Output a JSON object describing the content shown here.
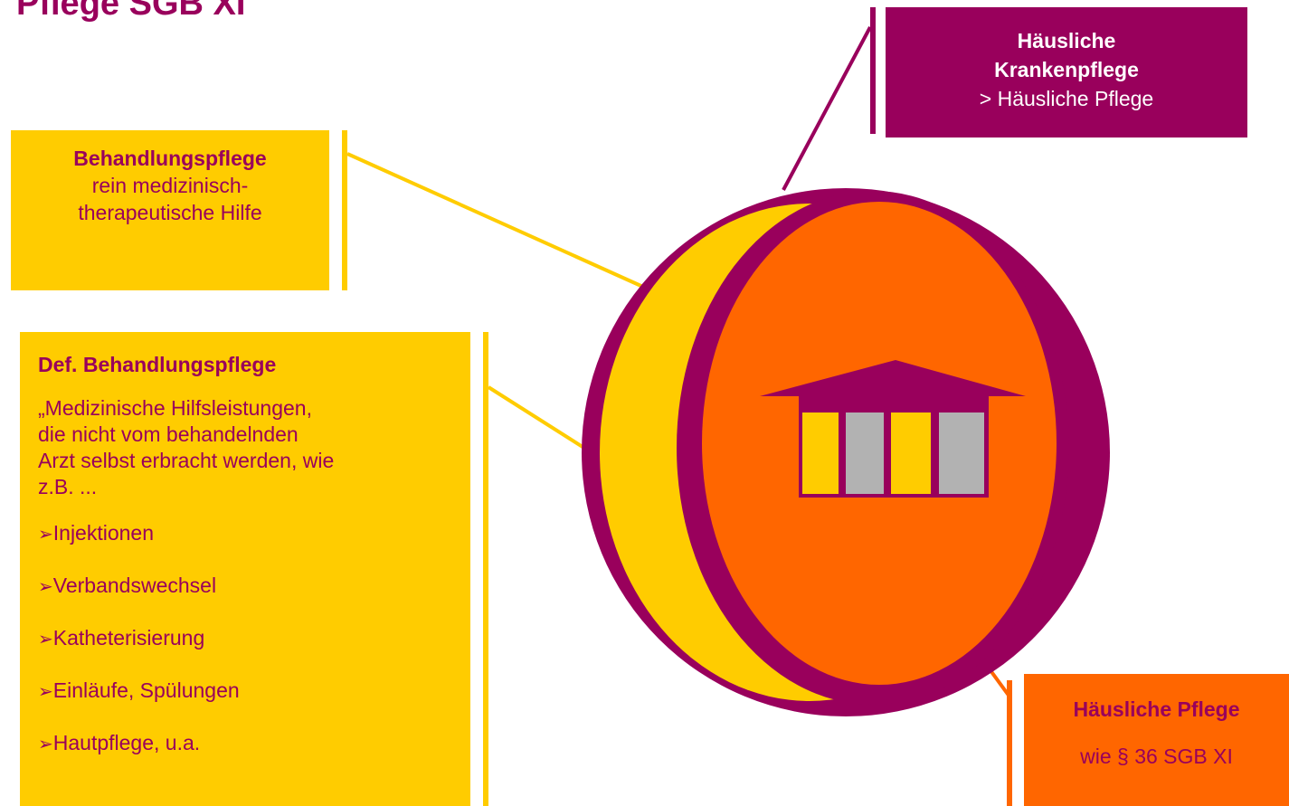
{
  "title": "Pflege SGB XI",
  "colors": {
    "purple": "#99005c",
    "yellow": "#ffcc00",
    "orange": "#ff6600",
    "gray": "#b2b2b2"
  },
  "box_kranken": {
    "line1": "Häusliche",
    "line2": "Krankenpflege",
    "line3": "> Häusliche Pflege"
  },
  "box_behandlung": {
    "heading": "Behandlungspflege",
    "line1": "rein medizinisch-",
    "line2": "therapeutische Hilfe"
  },
  "box_def": {
    "heading": "Def. Behandlungspflege",
    "quote_lines": [
      "„Medizinische Hilfsleistungen,",
      "die nicht vom behandelnden",
      "Arzt selbst erbracht werden, wie",
      "z.B. ..."
    ],
    "bullet_glyph": "➢",
    "items": [
      "Injektionen",
      "Verbandswechsel",
      "Katheterisierung",
      "Einläufe, Spülungen",
      "Hautpflege, u.a."
    ]
  },
  "box_pflege": {
    "heading": "Häusliche Pflege",
    "line1": "wie § 36 SGB XI"
  },
  "icons": [
    "house-icon"
  ]
}
